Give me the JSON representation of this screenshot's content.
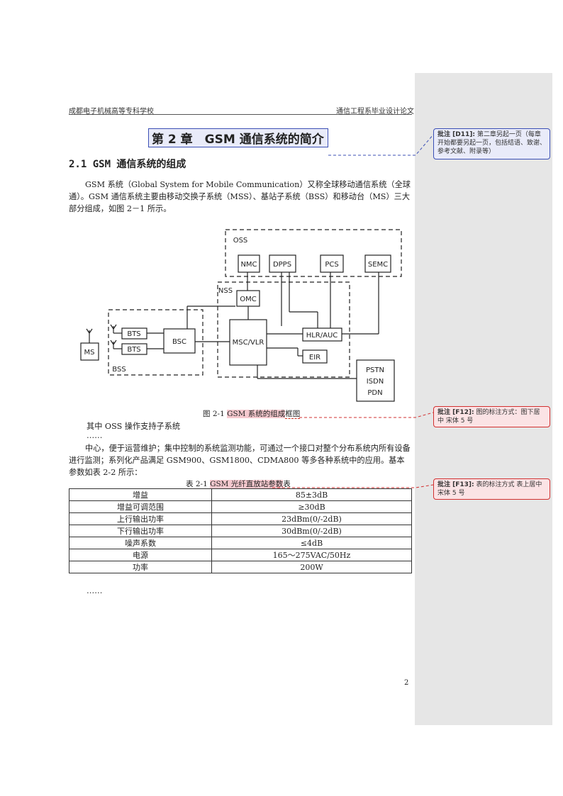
{
  "header": {
    "left": "成都电子机械高等专科学校",
    "right": "通信工程系毕业设计论文"
  },
  "chapter_title": "第 2 章　GSM 通信系统的简介",
  "section_title": "2.1 GSM 通信系统的组成",
  "intro_paragraph": "GSM 系统（Global System for Mobile Communication）又称全球移动通信系统（全球通）。GSM 通信系统主要由移动交换子系统（MSS）、基站子系统（BSS）和移动台（MS）三大部分组成，如图 2－1 所示。",
  "diagram": {
    "oss_label": "OSS",
    "nss_label": "NSS",
    "bss_label": "BSS",
    "nmc": "NMC",
    "dpps": "DPPS",
    "pcs": "PCS",
    "semc": "SEMC",
    "omc": "OMC",
    "bts1": "BTS",
    "bts2": "BTS",
    "bsc": "BSC",
    "msc": "MSC/VLR",
    "hlr": "HLR/AUC",
    "eir": "EIR",
    "ms": "MS",
    "pstn": "PSTN",
    "isdn": "ISDN",
    "pdn": "PDN"
  },
  "figure_caption": {
    "prefix": "图 2-1 ",
    "highlight": "GSM 系统的组成",
    "suffix": "框图"
  },
  "oss_line": "其中 OSS 操作支持子系统",
  "ellipsis1": "……",
  "center_paragraph": "中心，便于运营维护；集中控制的系统监测功能，可通过一个接口对整个分布系统内所有设备进行监测；系列化产品满足 GSM900、GSM1800、CDMA800 等多各种系统中的应用。基本参数如表 2-2 所示：",
  "table_caption": {
    "prefix": "表 2-1 ",
    "highlight": "GSM 光纤直放站参数",
    "suffix": "表"
  },
  "table_rows": [
    [
      "增益",
      "85±3dB"
    ],
    [
      "增益可调范围",
      "≥30dB"
    ],
    [
      "上行输出功率",
      "23dBm(0/-2dB)"
    ],
    [
      "下行输出功率",
      "30dBm(0/-2dB)"
    ],
    [
      "噪声系数",
      "≤4dB"
    ],
    [
      "电源",
      "165～275VAC/50Hz"
    ],
    [
      "功率",
      "200W"
    ]
  ],
  "ellipsis2": "……",
  "page_number": "2",
  "comments": [
    {
      "tag": "批注 [D11]:",
      "text": "第二章另起一页（每章开始都要另起一页，包括结语、致谢、参考文献、附录等）",
      "color": "#3b4fb5"
    },
    {
      "tag": "批注 [F12]:",
      "text": "图的标注方式：图下居中 宋体 5 号",
      "color": "#d23030"
    },
    {
      "tag": "批注 [F13]:",
      "text": "表的标注方式 表上居中　宋体 5 号",
      "color": "#d23030"
    }
  ]
}
